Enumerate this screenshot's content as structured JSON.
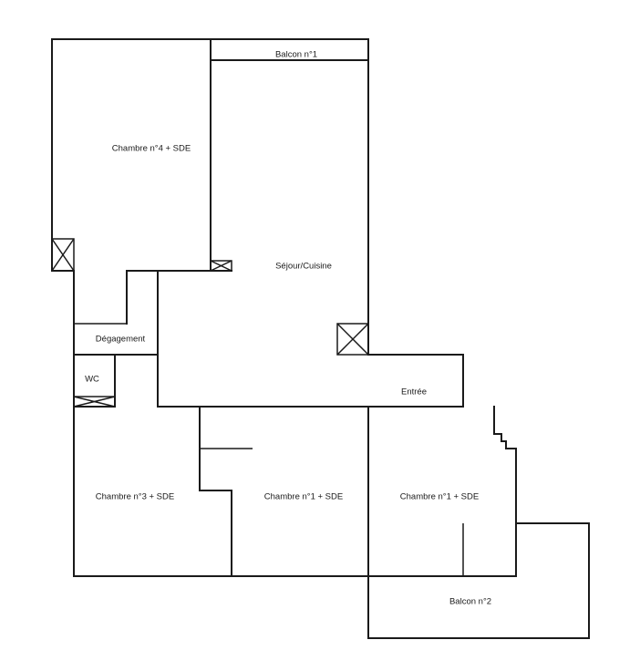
{
  "rooms": {
    "balcon_1": "Balcon n°1",
    "chambre_4": "Chambre n°4 + SDE",
    "sejour": "Séjour/Cuisine",
    "degagement": "Dégagement",
    "wc": "WC",
    "entree": "Entrée",
    "chambre_3": "Chambre n°3 + SDE",
    "chambre_1a": "Chambre n°1 + SDE",
    "chambre_1b": "Chambre n°1 + SDE",
    "balcon_2": "Balcon n°2"
  }
}
